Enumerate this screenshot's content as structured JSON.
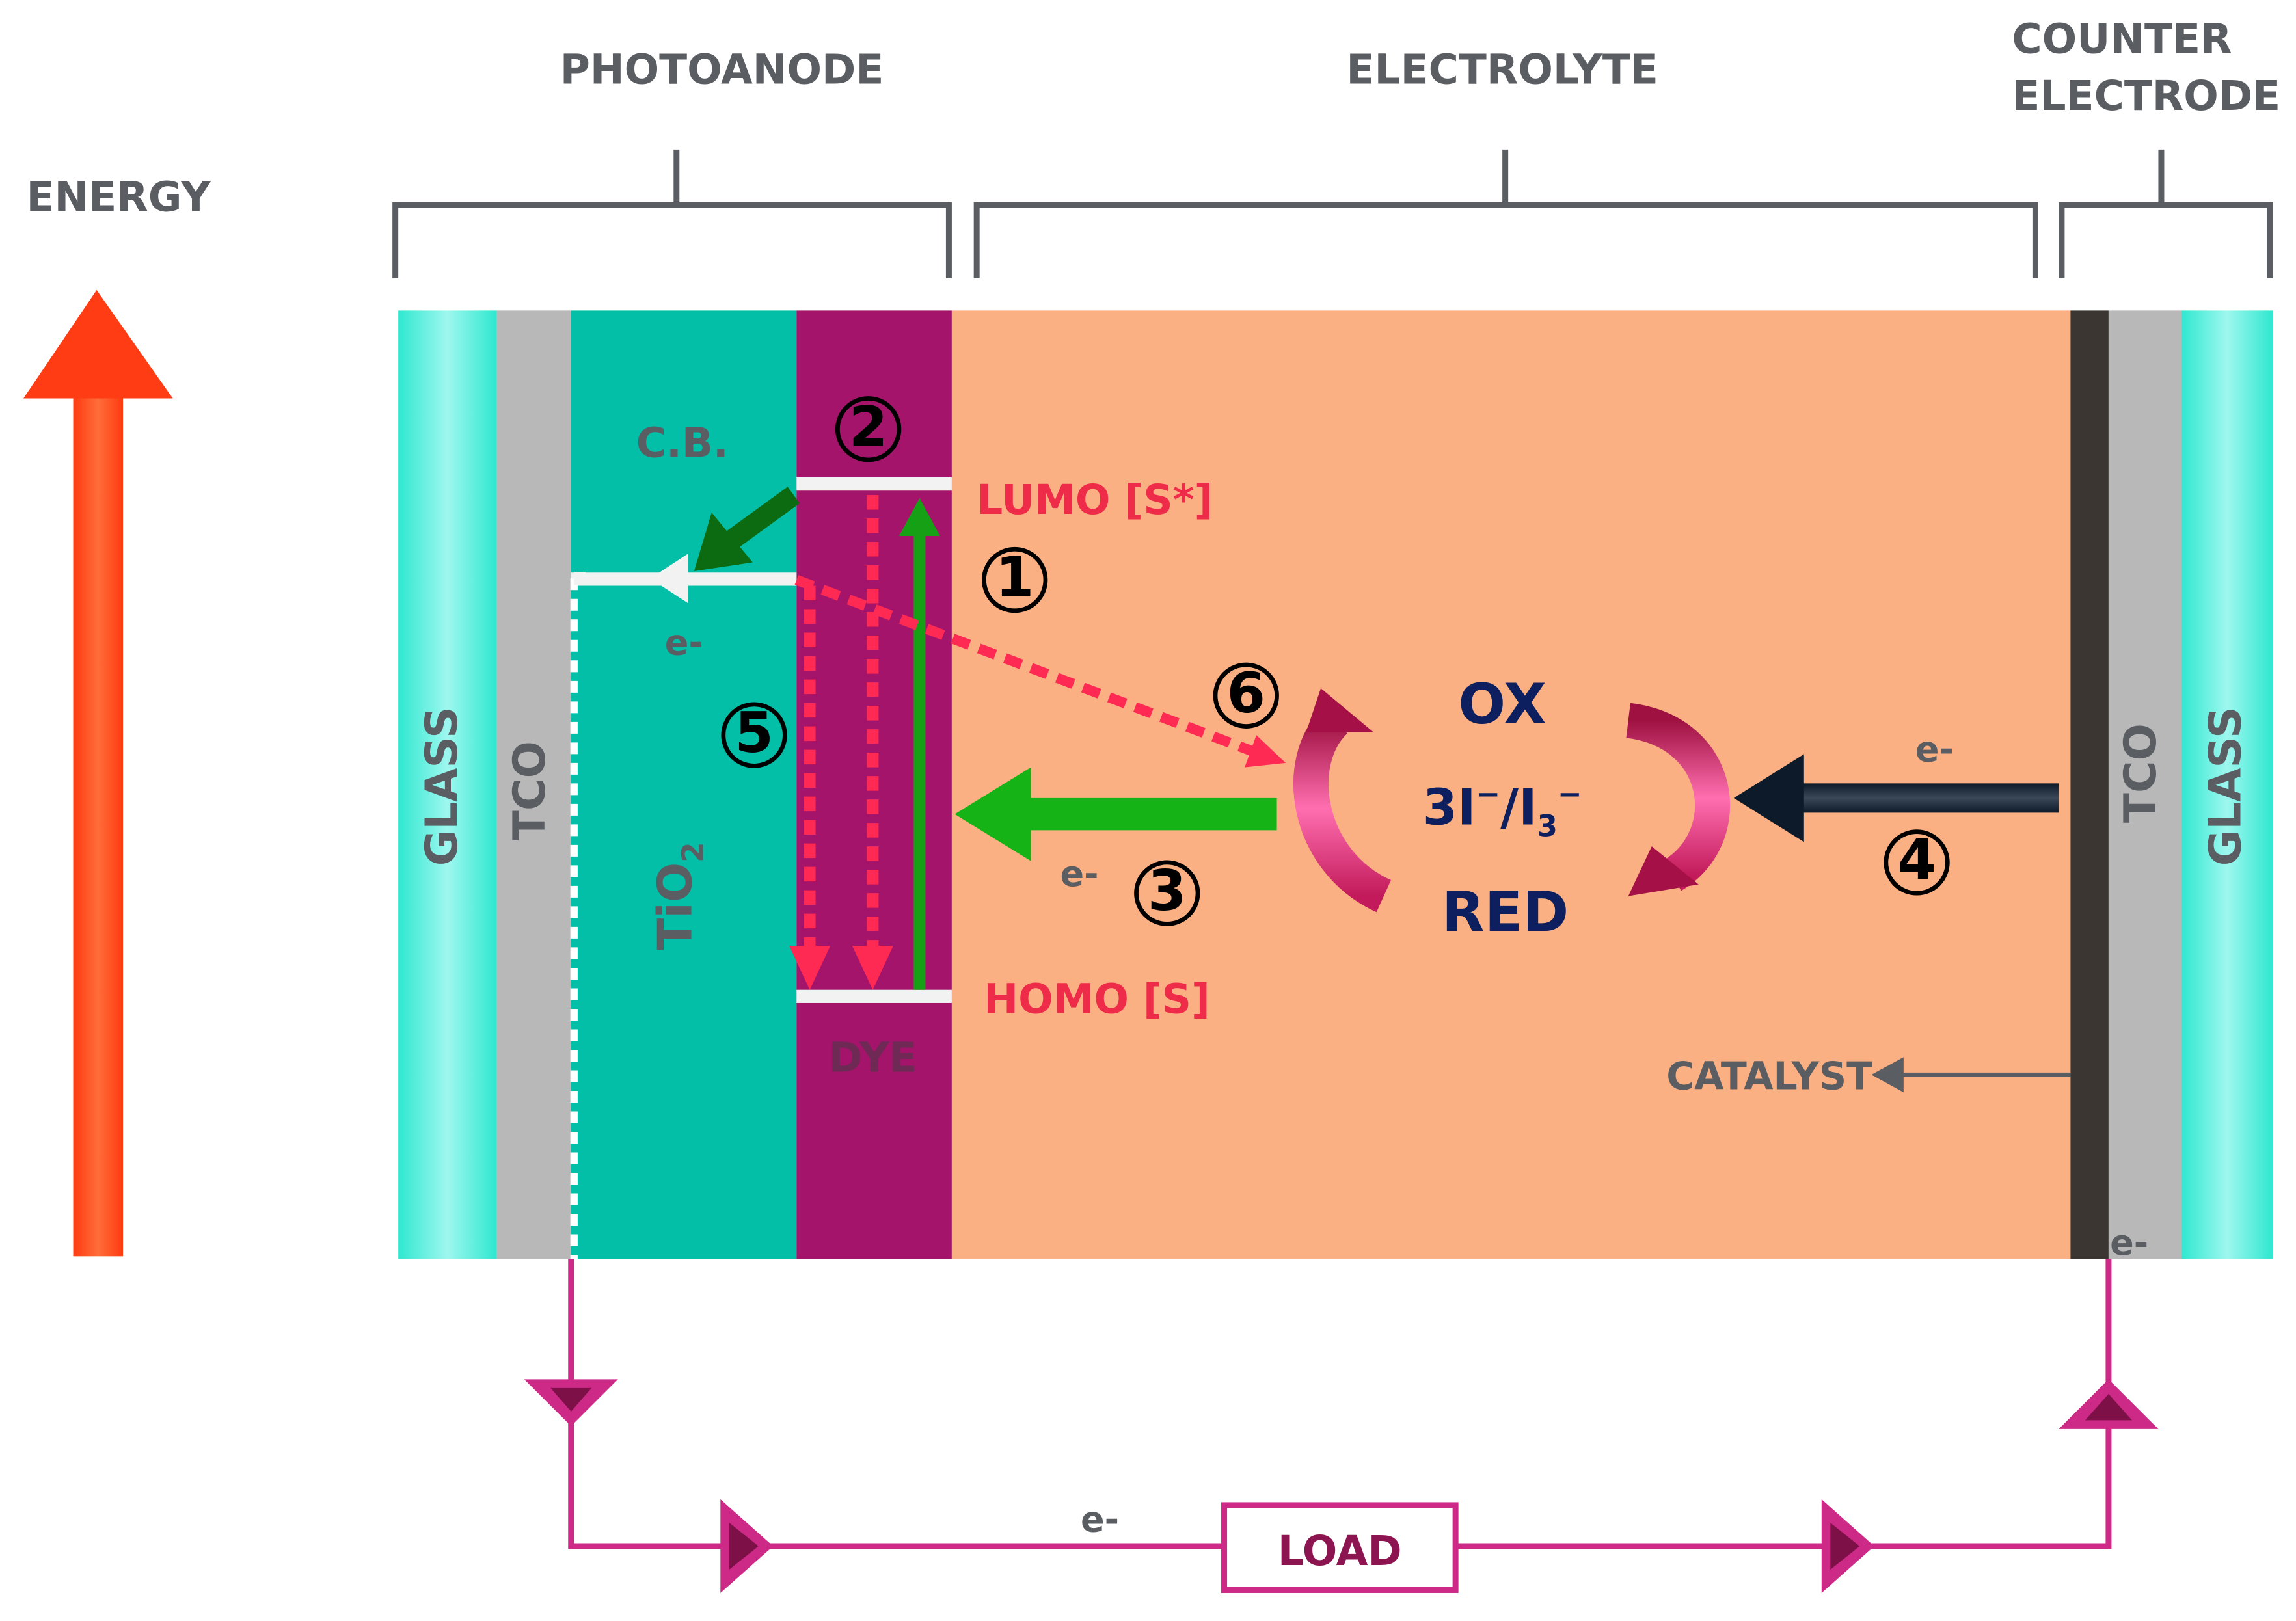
{
  "headers": {
    "energy": "ENERGY",
    "photoanode": "PHOTOANODE",
    "electrolyte": "ELECTROLYTE",
    "counter_line1": "COUNTER",
    "counter_line2": "ELECTRODE"
  },
  "layers": {
    "glass_left": "GLASS",
    "tco_left": "TCO",
    "tio2_base": "TiO",
    "tio2_sub": "2",
    "cb": "C.B.",
    "dye": "DYE",
    "tco_right": "TCO",
    "glass_right": "GLASS"
  },
  "levels": {
    "lumo": "LUMO [S*]",
    "homo": "HOMO [S]"
  },
  "redox": {
    "ox": "OX",
    "couple_prefix": "3I",
    "couple_sup1": "−",
    "couple_mid": "/I",
    "couple_sub": "3",
    "couple_sup2": "−",
    "red": "RED"
  },
  "electron_label": "e-",
  "catalyst": "CATALYST",
  "load": "LOAD",
  "steps": [
    "1",
    "2",
    "3",
    "4",
    "5",
    "6"
  ],
  "colors": {
    "glass": "#3ee8d4",
    "tco": "#b8b8b8",
    "tio2": "#03bfa8",
    "dye": "#a3146a",
    "electrolyte": "#fbb083",
    "catalyst_layer": "#3b3632",
    "circuit": "#cc2a86",
    "lumo_text": "#ef2b4a",
    "redox_text": "#0d1f5e",
    "energy_arrow": "#ff3c14",
    "green_arrow": "#16b316",
    "header_text": "#5a5e63"
  },
  "icons": {
    "energy_arrow": "up-arrow-icon",
    "redox_cycle": "curved-arrow-icon",
    "circuit_direction": "triangle-arrow-icon"
  }
}
